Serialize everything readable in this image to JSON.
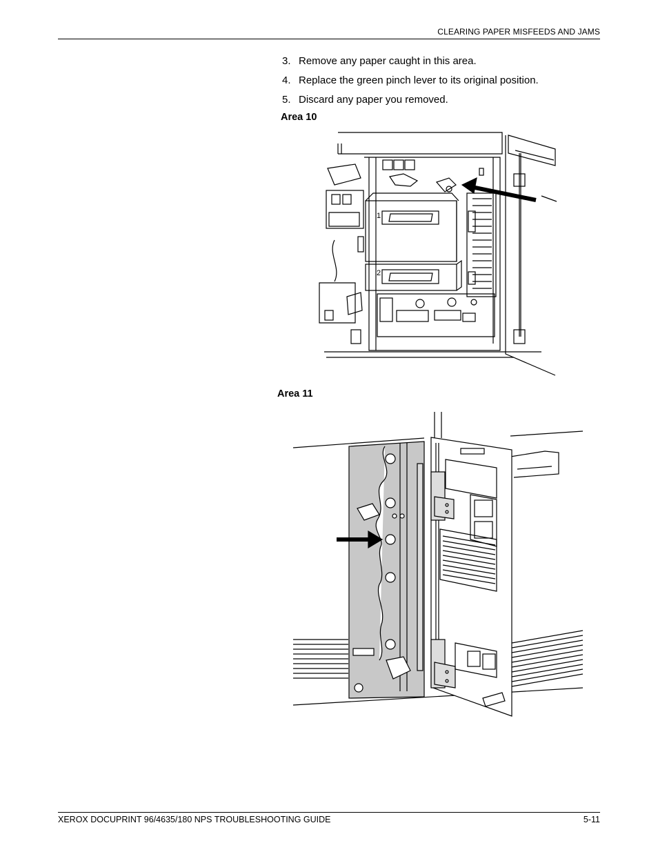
{
  "header": {
    "section_title": "CLEARING PAPER MISFEEDS AND JAMS"
  },
  "steps": [
    {
      "number": "3.",
      "text": "Remove any paper caught in this area."
    },
    {
      "number": "4.",
      "text": "Replace the green pinch lever to its original position."
    },
    {
      "number": "5.",
      "text": "Discard any paper you removed."
    }
  ],
  "figures": {
    "area10": {
      "caption": "Area 10",
      "label_1": "1",
      "label_2": "2"
    },
    "area11": {
      "caption": "Area 11"
    }
  },
  "footer": {
    "guide_title": "XEROX DOCUPRINT 96/4635/180 NPS TROUBLESHOOTING GUIDE",
    "page_number": "5-11"
  }
}
